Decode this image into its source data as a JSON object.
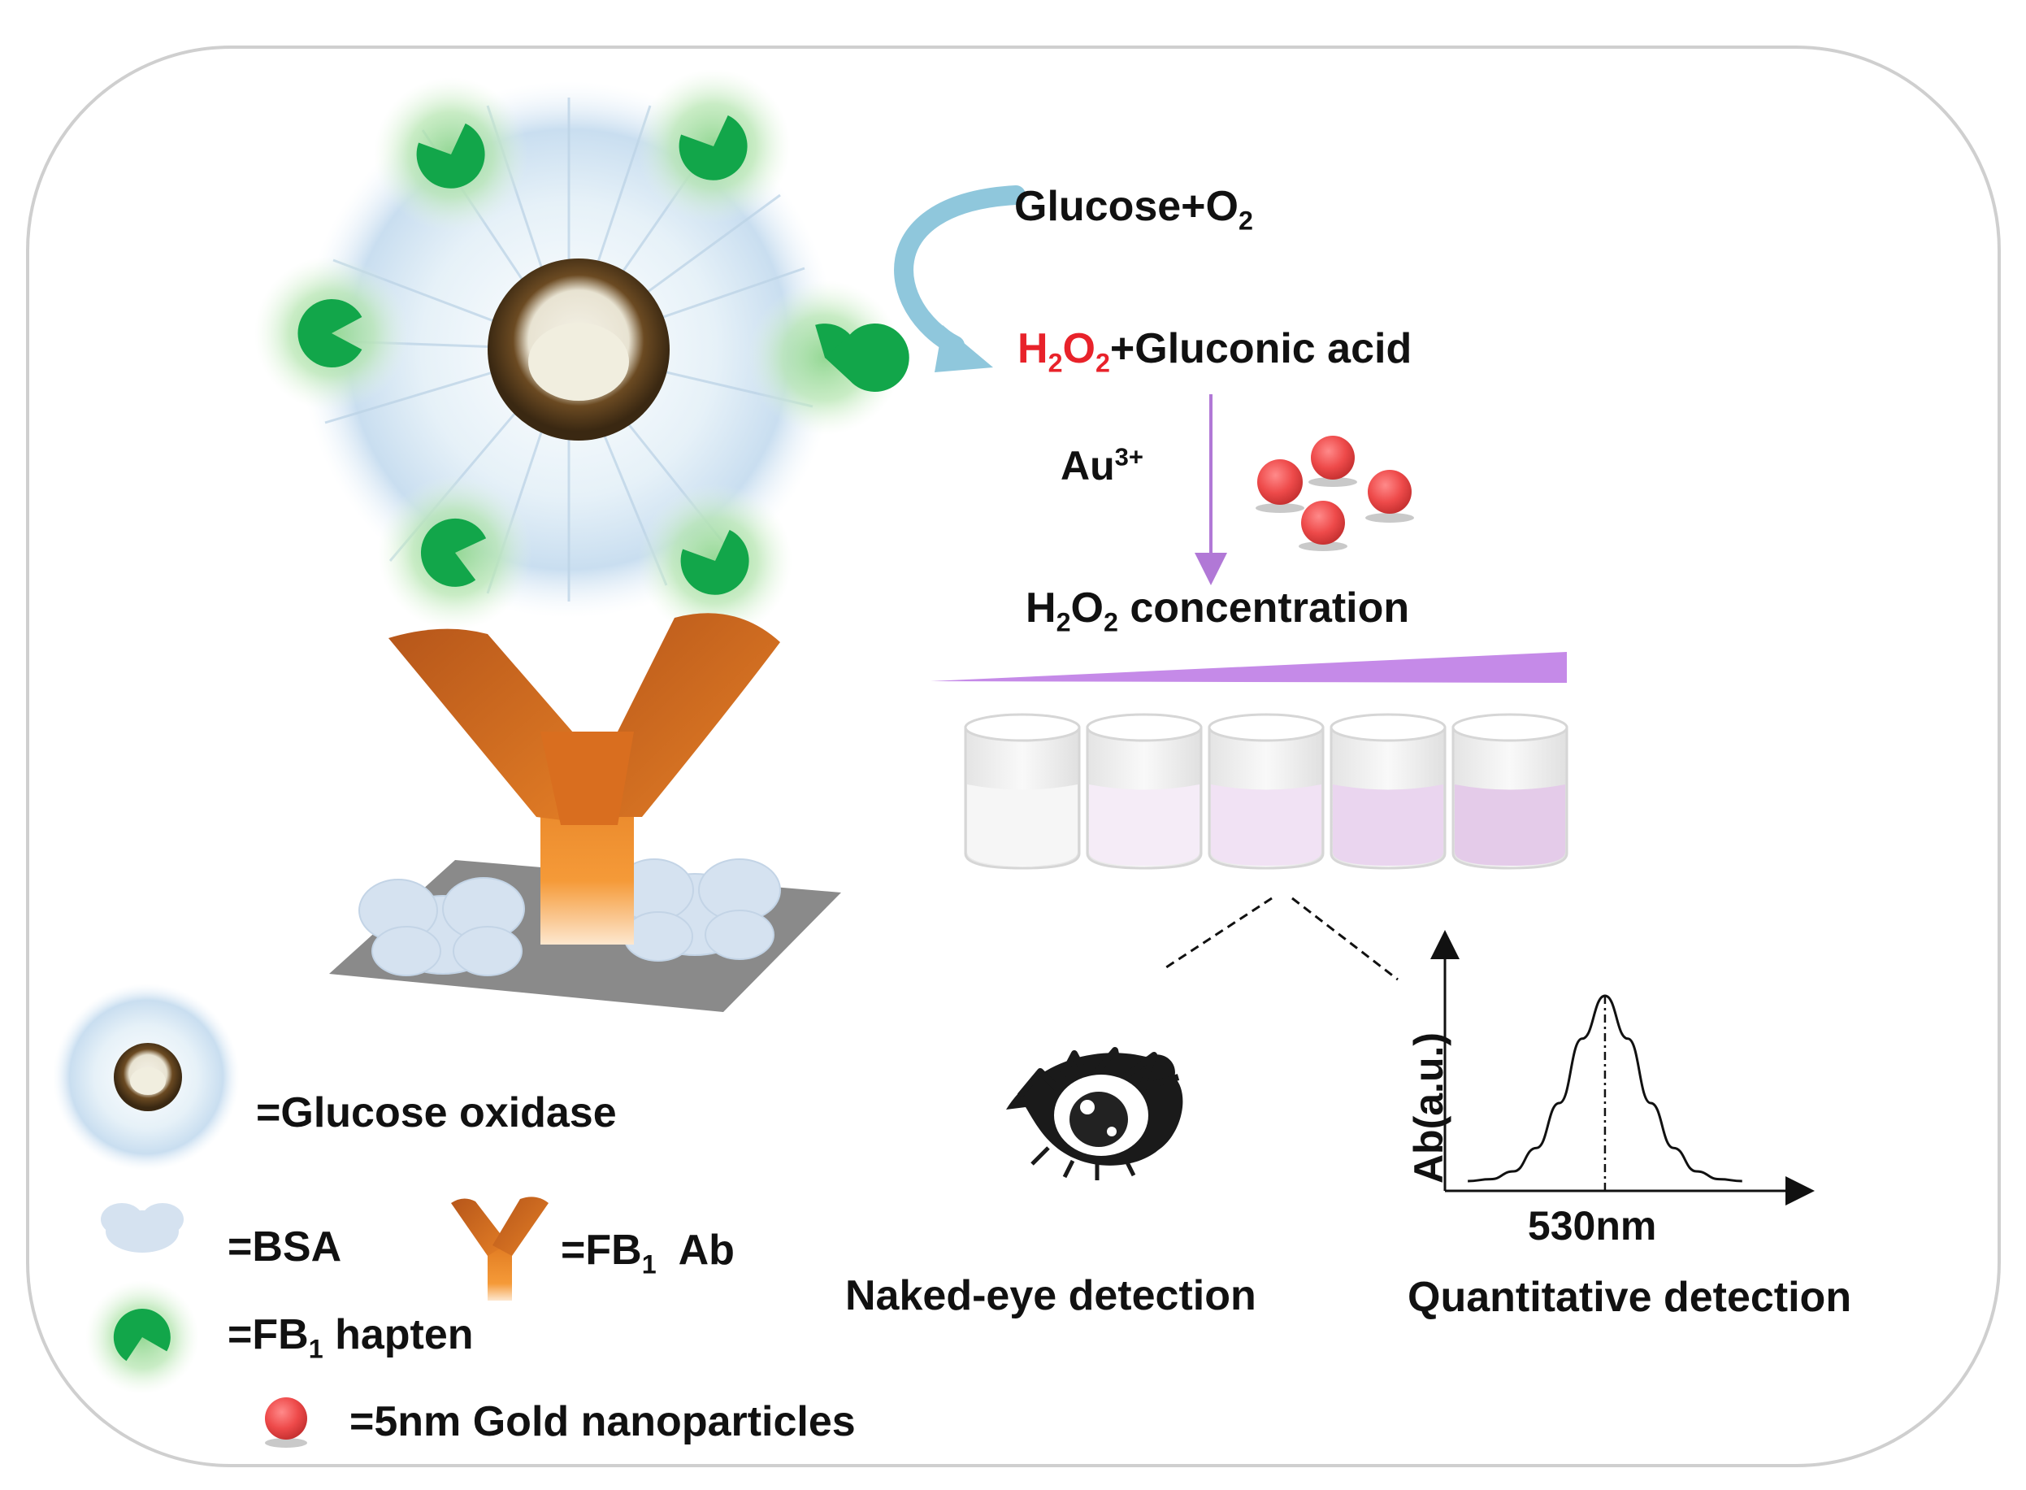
{
  "colors": {
    "frame": "#cfcfcf",
    "hapten": "#12a64a",
    "hapten_glow": "#8fd68f",
    "antibody": "#d0681b",
    "antibody_light": "#f39a31",
    "plate": "#8a8a8a",
    "bsa": "#d5e2f0",
    "gold": "#ee4a4a",
    "arrow_blue": "#8fc7dc",
    "arrow_purple": "#b178d6",
    "wedge": "#c58ae8",
    "h2o2_red": "#e8222a"
  },
  "icons": {
    "enzyme": "glucose-oxidase-dandelion-icon",
    "hapten": "pacman-hapten-icon",
    "antibody": "y-antibody-icon",
    "bsa": "cloud-bsa-icon",
    "gold": "gold-nanoparticle-icon",
    "eye": "eye-icon"
  },
  "reaction": {
    "reactant": "Glucose+O",
    "reactant_sub": "2",
    "product_h": "H",
    "product_2a": "2",
    "product_o": "O",
    "product_2b": "2",
    "product_rest": "+Gluconic acid",
    "catalyst": "Au",
    "catalyst_sup": "3+",
    "concentration_h": "H",
    "concentration_2a": "2",
    "concentration_o": "O",
    "concentration_2b": "2",
    "concentration_rest": " concentration"
  },
  "detection": {
    "naked_eye": "Naked-eye detection",
    "quantitative": "Quantitative detection"
  },
  "chart_data": {
    "type": "line",
    "title": "",
    "xlabel": "530nm",
    "ylabel": "Ab(a.u.)",
    "peak_label": "530nm",
    "x": [
      0,
      1,
      2,
      3,
      4,
      5,
      6,
      7,
      8,
      9,
      10,
      11,
      12
    ],
    "values": [
      0.05,
      0.06,
      0.1,
      0.22,
      0.45,
      0.78,
      1.0,
      0.78,
      0.45,
      0.22,
      0.1,
      0.06,
      0.05
    ],
    "peak_x": 6,
    "ylim": [
      0,
      1.25
    ],
    "xlim": [
      -1,
      14
    ],
    "grid": false
  },
  "legend": {
    "glucose_oxidase": "=Glucose oxidase",
    "bsa": "=BSA",
    "fb_ab_prefix": "=FB",
    "fb_ab_sub": "1",
    "fb_ab_suffix": "  Ab",
    "fb_hapten_prefix": "=FB",
    "fb_hapten_sub": "1",
    "fb_hapten_suffix": " hapten",
    "gold": "=5nm Gold nanoparticles"
  }
}
